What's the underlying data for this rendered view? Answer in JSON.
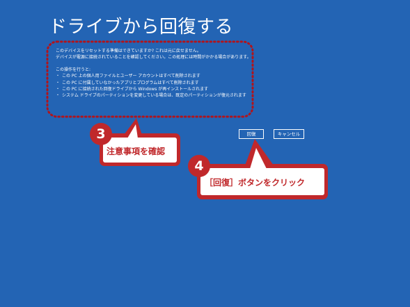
{
  "title": "ドライブから回復する",
  "body": {
    "para1": [
      "このデバイスをリセットする準備はできていますか? これは元に戻せません。",
      "デバイスが電源に接続されていることを確認してください。この処理には時間がかかる場合があります。"
    ],
    "list_intro": "この操作を行うと:",
    "list": [
      "この PC 上の個人用ファイルとユーザー アカウントはすべて削除されます",
      "この PC に付属していなかったアプリとプログラムはすべて削除されます",
      "この PC に接続された回復ドライブから Windows が再インストールされます",
      "システム ドライブのパーティションを変更している場合は、既定のパーティションが復元されます"
    ]
  },
  "buttons": {
    "restore": "回復",
    "cancel": "キャンセル"
  },
  "annotations": {
    "step3": {
      "number": "3",
      "text": "注意事項を確認"
    },
    "step4": {
      "number": "4",
      "text": "［回復］ボタンをクリック"
    }
  },
  "colors": {
    "background": "#2364b4",
    "callout_red": "#c0282b",
    "dotted_outline": "#b0141c"
  }
}
